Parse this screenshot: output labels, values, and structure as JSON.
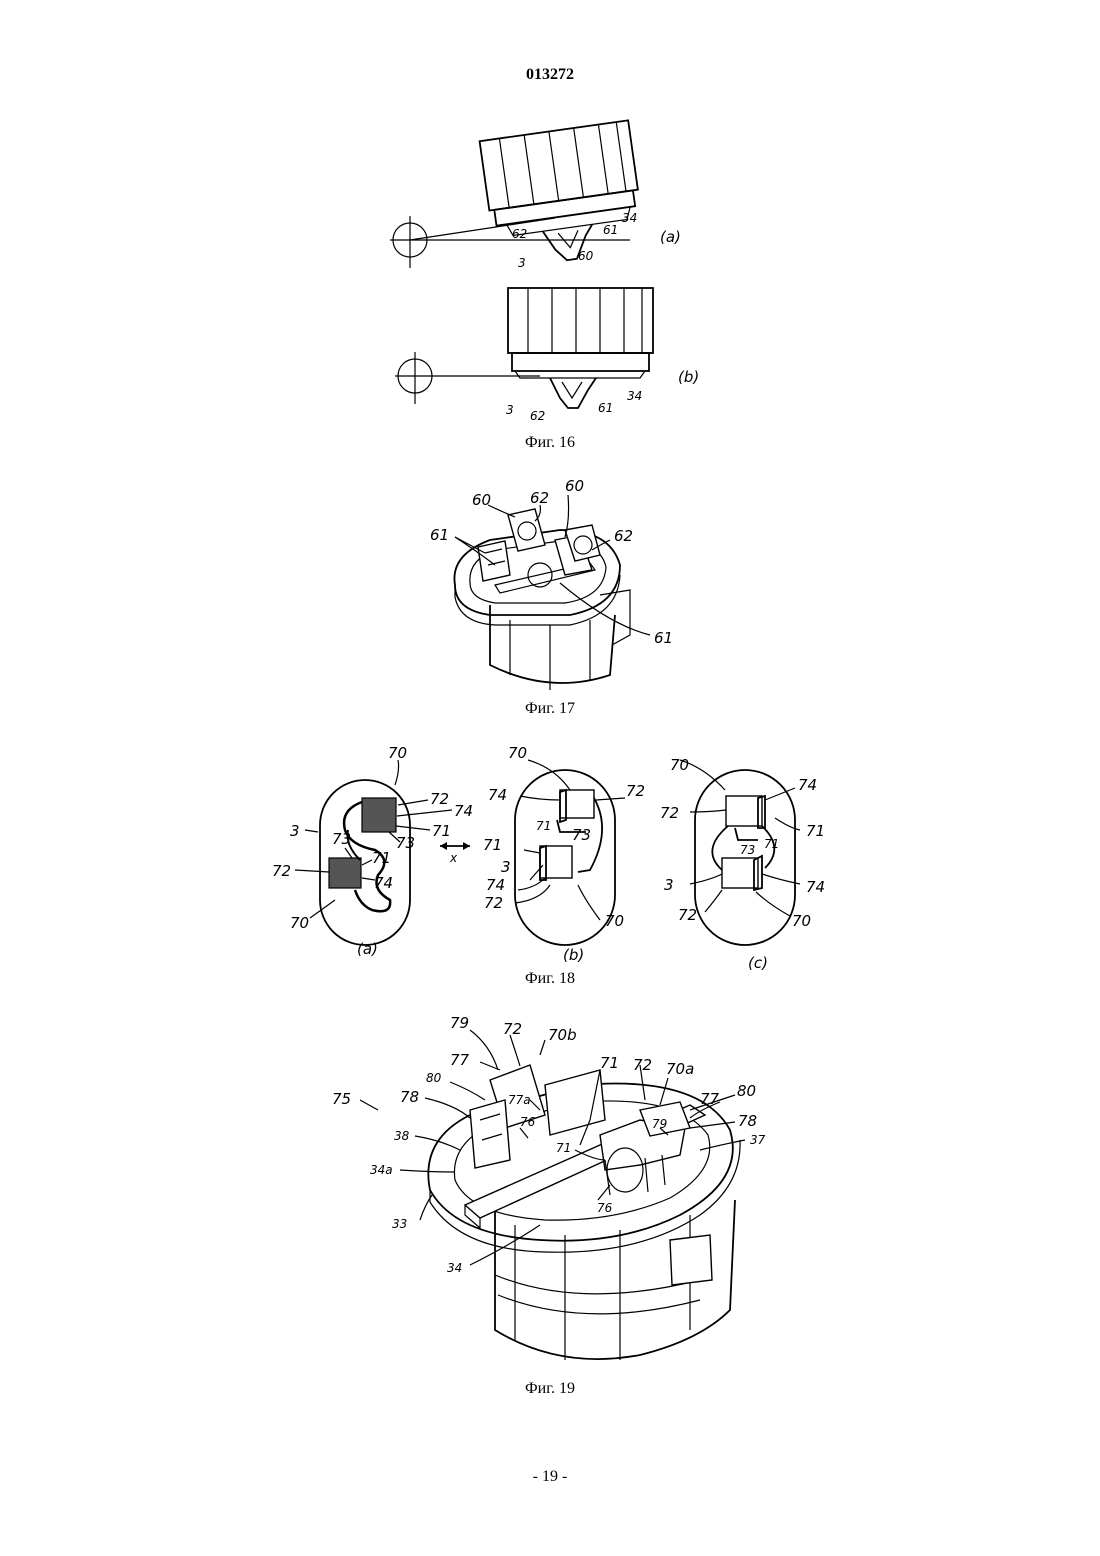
{
  "header": {
    "doc_number": "013272"
  },
  "figures": {
    "fig16": {
      "caption": "Фиг. 16",
      "sub_a": "(a)",
      "sub_b": "(b)",
      "labels_a": [
        "34",
        "62",
        "61",
        "3",
        "60"
      ],
      "labels_b": [
        "3",
        "62",
        "61",
        "34"
      ]
    },
    "fig17": {
      "caption": "Фиг. 17",
      "labels": [
        "60",
        "62",
        "60",
        "61",
        "62",
        "61"
      ]
    },
    "fig18": {
      "caption": "Фиг. 18",
      "sub_a": "(a)",
      "sub_b": "(b)",
      "sub_c": "(c)",
      "arrow_label": "x",
      "labels_a": [
        "70",
        "72",
        "74",
        "71",
        "73",
        "3",
        "73",
        "71",
        "72",
        "74",
        "70"
      ],
      "labels_b": [
        "70",
        "74",
        "72",
        "71",
        "73",
        "71",
        "3",
        "74",
        "72",
        "70"
      ],
      "labels_c": [
        "70",
        "74",
        "72",
        "71",
        "73",
        "71",
        "3",
        "74",
        "72",
        "70"
      ]
    },
    "fig19": {
      "caption": "Фиг. 19",
      "labels": [
        "79",
        "72",
        "70b",
        "77",
        "71",
        "72",
        "70a",
        "80",
        "77a",
        "80",
        "75",
        "78",
        "76",
        "77",
        "79",
        "78",
        "38",
        "71",
        "37",
        "34a",
        "76",
        "33",
        "34"
      ]
    }
  },
  "footer": {
    "page_number": "- 19 -"
  }
}
